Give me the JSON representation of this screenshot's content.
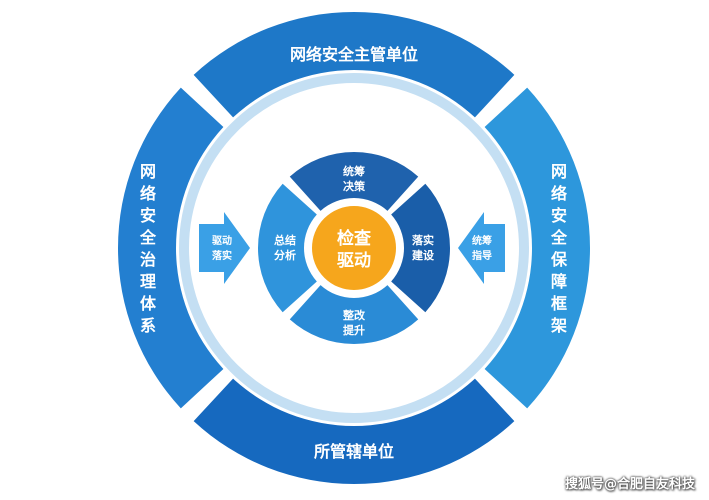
{
  "outer_ring": {
    "top": "网络安全主管单位",
    "right": "网络安全保障框架",
    "bottom": "所管辖单位",
    "left": "网络安全治理体系"
  },
  "arrows": {
    "left": [
      "驱动",
      "落实"
    ],
    "right": [
      "统筹",
      "指导"
    ]
  },
  "inner_ring": {
    "top": [
      "统筹",
      "决策"
    ],
    "right": [
      "落实",
      "建设"
    ],
    "bottom": [
      "整改",
      "提升"
    ],
    "left": [
      "总结",
      "分析"
    ]
  },
  "center": [
    "检查",
    "驱动"
  ],
  "watermark": "搜狐号@合肥自友科技",
  "colors": {
    "outer_top": "#1e78c8",
    "outer_right": "#2d97dc",
    "outer_bottom": "#1669bf",
    "outer_left": "#237fd0",
    "mid_ring": "#c4dff3",
    "inner_top": "#1f62ad",
    "inner_right": "#1a5ea9",
    "inner_bottom": "#2a8bd6",
    "inner_left": "#2f94dc",
    "center": "#f6a61c",
    "arrow": "#3aa0e6"
  }
}
